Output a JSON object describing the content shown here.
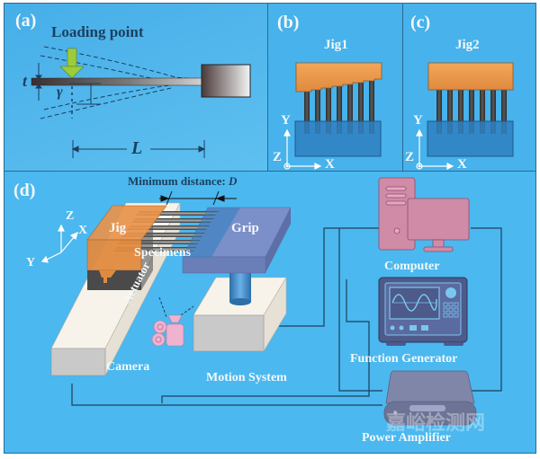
{
  "panels": {
    "a": {
      "label": "(a)",
      "title": "Loading point",
      "thickness_symbol": "t",
      "deflection_symbol": "γ",
      "length_symbol": "L"
    },
    "b": {
      "label": "(b)",
      "title": "Jig1",
      "axes": {
        "y": "Y",
        "z": "Z",
        "x": "X"
      }
    },
    "c": {
      "label": "(c)",
      "title": "Jig2",
      "axes": {
        "y": "Y",
        "z": "Z",
        "x": "X"
      }
    },
    "d": {
      "label": "(d)",
      "min_distance_label": "Minimum distance: ",
      "min_distance_symbol": "D",
      "axes": {
        "z": "Z",
        "x": "X",
        "y": "Y"
      },
      "components": {
        "jig": "Jig",
        "grip": "Grip",
        "specimens": "Specimens",
        "actuator": "Actuator",
        "camera": "Camera",
        "motion_system": "Motion System",
        "computer": "Computer",
        "function_generator": "Function Generator",
        "power_amplifier": "Power Amplifier"
      }
    }
  },
  "colors": {
    "background": "#4bb5ec",
    "border": "#2a6c92",
    "jig_orange": "#e8934a",
    "grip_blue": "#7b8fc9",
    "computer_pink": "#d08ba7",
    "device_gray": "#7f86a8",
    "arrow_green": "#9ccc3a"
  },
  "watermark": "嘉峪检测网"
}
